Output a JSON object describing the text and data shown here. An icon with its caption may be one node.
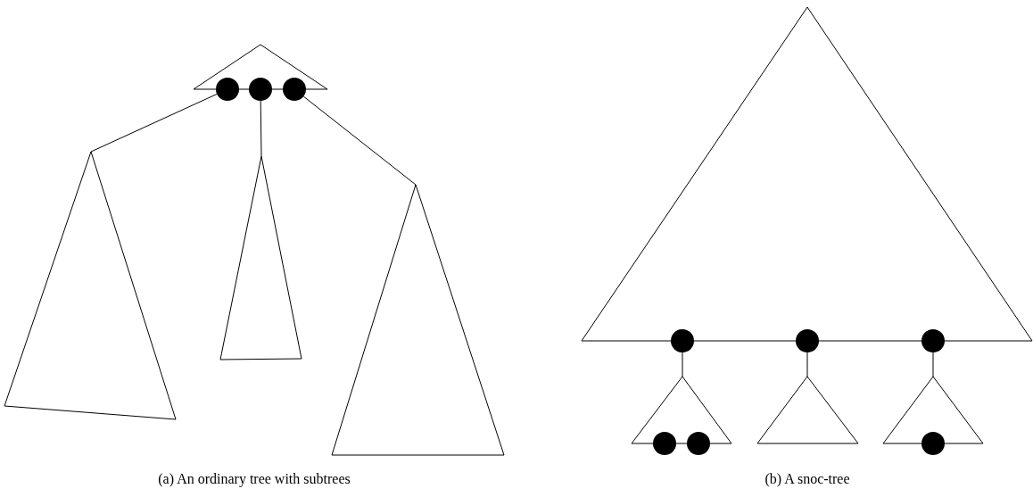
{
  "diagram": {
    "nodes": [
      {
        "text": [],
        "shape": "triangle"
      },
      {
        "text": [],
        "shape": "circle"
      },
      {
        "text": [],
        "shape": "circle"
      },
      {
        "text": [],
        "shape": "circle"
      },
      {
        "text": [],
        "shape": "triangle"
      },
      {
        "text": [],
        "shape": "triangle"
      },
      {
        "text": [],
        "shape": "triangle"
      },
      {
        "text": [],
        "shape": "triangle"
      },
      {
        "text": [],
        "shape": "circle"
      },
      {
        "text": [],
        "shape": "circle"
      },
      {
        "text": [],
        "shape": "circle"
      },
      {
        "text": [],
        "shape": "triangle"
      },
      {
        "text": [],
        "shape": "triangle"
      },
      {
        "text": [],
        "shape": "triangle"
      },
      {
        "text": [],
        "shape": "circle"
      },
      {
        "text": [],
        "shape": "circle"
      },
      {
        "text": [],
        "shape": "circle"
      }
    ],
    "edges": [
      {
        "from": 1,
        "to": 4,
        "arrow": "none"
      },
      {
        "from": 2,
        "to": 5,
        "arrow": "none"
      },
      {
        "from": 3,
        "to": 6,
        "arrow": "none"
      },
      {
        "from": 8,
        "to": 11,
        "arrow": "none"
      },
      {
        "from": 9,
        "to": 12,
        "arrow": "none"
      },
      {
        "from": 10,
        "to": 13,
        "arrow": "none"
      }
    ],
    "labels": [
      "(a) An ordinary tree with subtrees",
      "(b) A snoc-tree"
    ]
  }
}
